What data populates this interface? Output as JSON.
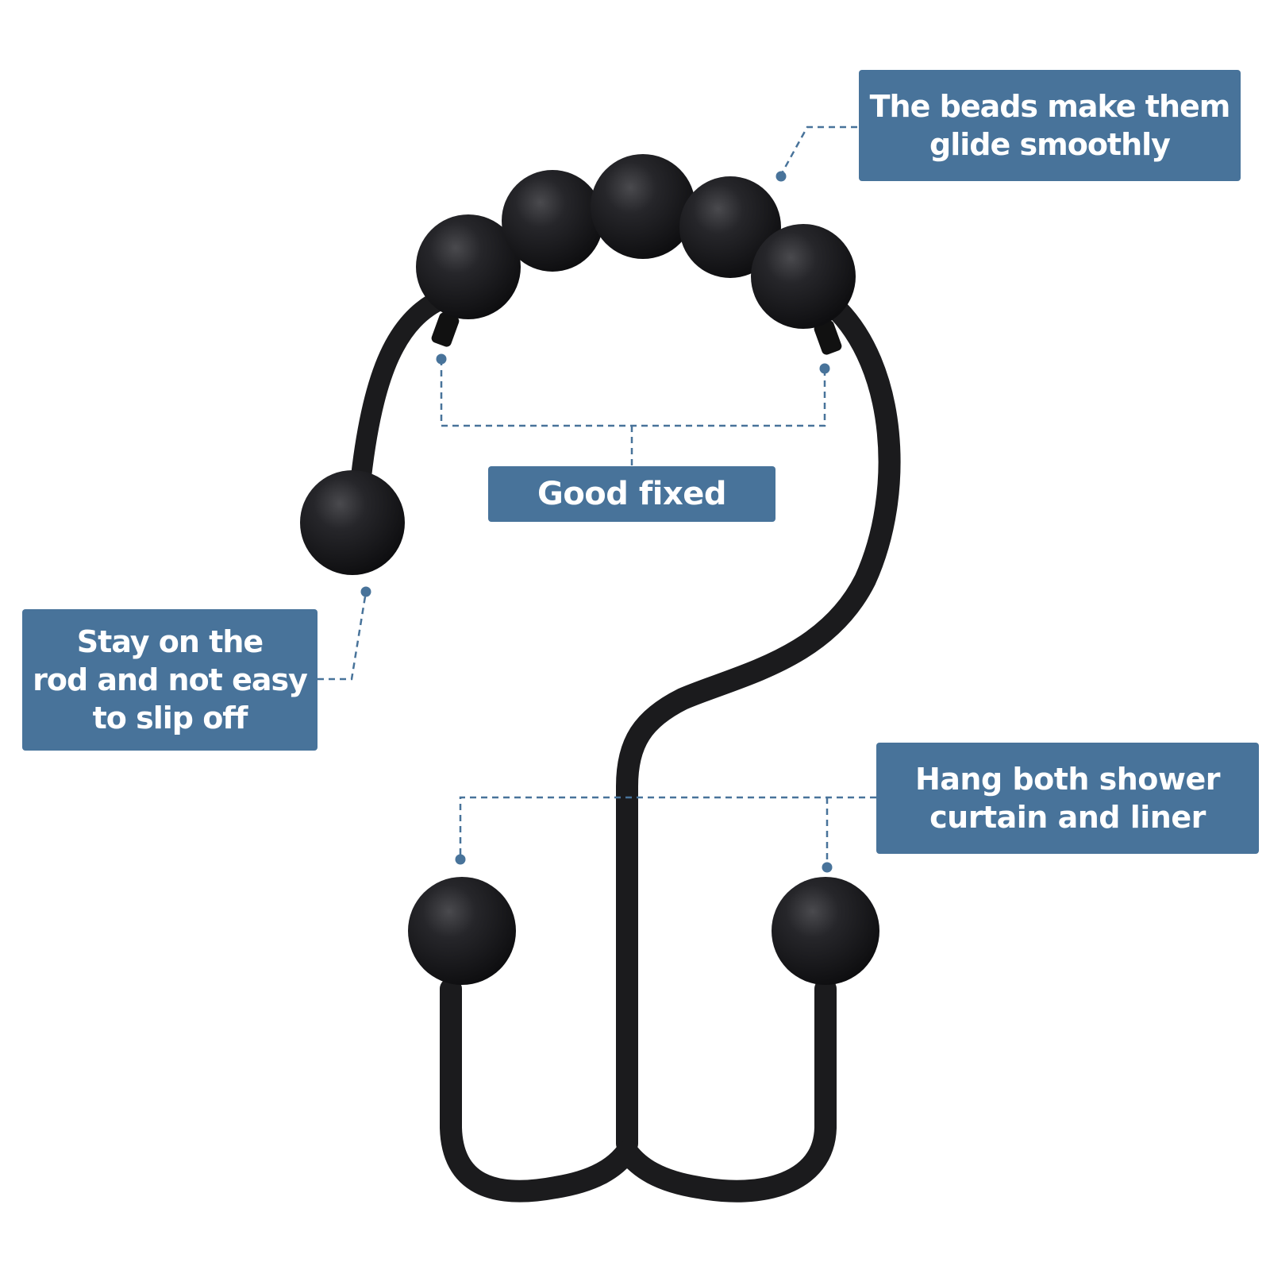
{
  "callouts": {
    "beads": "The beads make them\nglide smoothly",
    "good_fixed": "Good fixed",
    "stay": "Stay on the\nrod and not easy\nto slip off",
    "hang": "Hang both shower\ncurtain and liner"
  },
  "colors": {
    "callout_bg": "#48739a",
    "callout_text": "#ffffff",
    "leader_line": "#48739a",
    "hook_metal": "#1b1b1d",
    "background": "#ffffff"
  },
  "product": {
    "object": "double shower curtain hook with roller beads",
    "top_bead_count": 5
  }
}
